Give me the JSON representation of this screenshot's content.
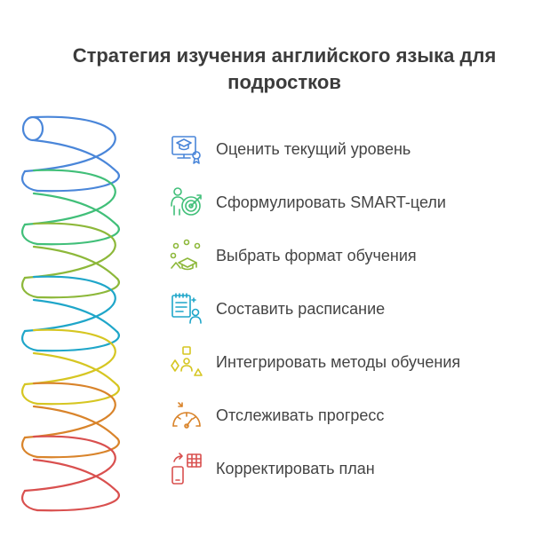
{
  "title": "Стратегия изучения английского языка для подростков",
  "colors": {
    "blue": "#4a86d9",
    "green": "#41bf79",
    "olive": "#8db83a",
    "cyan": "#1fa6c9",
    "yellow": "#d6c622",
    "orange": "#d9842b",
    "red": "#d9504f"
  },
  "steps": [
    {
      "label": "Оценить текущий уровень",
      "icon": "graduate-monitor-icon",
      "color": "blue"
    },
    {
      "label": "Сформулировать SMART-цели",
      "icon": "person-target-icon",
      "color": "green"
    },
    {
      "label": "Выбрать формат обучения",
      "icon": "people-graduation-cap-icon",
      "color": "olive"
    },
    {
      "label": "Составить расписание",
      "icon": "schedule-clipboard-icon",
      "color": "cyan"
    },
    {
      "label": "Интегрировать методы обучения",
      "icon": "shapes-methods-icon",
      "color": "yellow"
    },
    {
      "label": "Отслеживать прогресс",
      "icon": "speedometer-icon",
      "color": "orange"
    },
    {
      "label": "Корректировать план",
      "icon": "phone-table-icon",
      "color": "red"
    }
  ]
}
